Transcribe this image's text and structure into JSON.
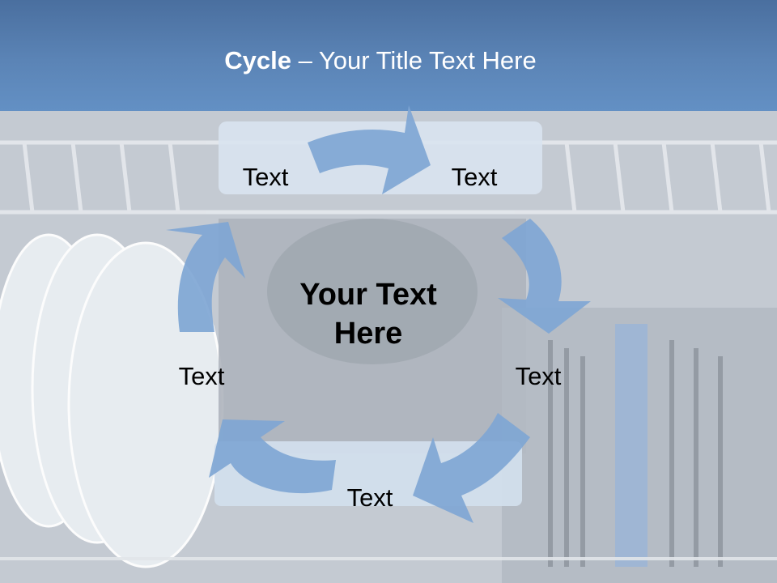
{
  "slide": {
    "title_bold": "Cycle",
    "title_rest": " – Your Title Text Here",
    "center_text": "Your Text Here",
    "labels": [
      "Text",
      "Text",
      "Text",
      "Text",
      "Text"
    ],
    "colors": {
      "header": "#5b84b6",
      "arrow": "#7fa6d4",
      "text": "#000000",
      "title": "#ffffff"
    },
    "icons": [
      "dishwasher-background-photo",
      "cycle-arrow"
    ]
  }
}
